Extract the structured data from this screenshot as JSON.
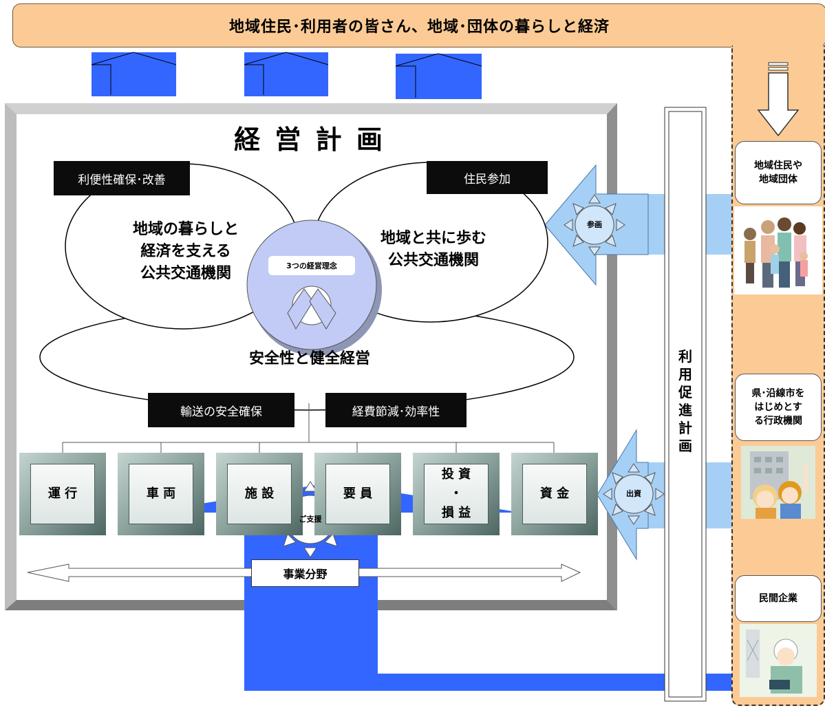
{
  "banner": {
    "title": "地域住民･利用者の皆さん、地域･団体の暮らしと経済"
  },
  "plan": {
    "title": "経 営 計 画"
  },
  "tags": {
    "convenience": "利便性確保･改善",
    "participation": "住民参加",
    "transport_safety": "輸送の安全確保",
    "cost_efficiency": "経費節減･効率性"
  },
  "ellipses": {
    "left": [
      "地域の暮らしと",
      "経済を支える",
      "公共交通機関"
    ],
    "right": [
      "地域と共に歩む",
      "公共交通機関"
    ],
    "bottom": "安全性と健全経営"
  },
  "philosophy_label": "3つの経営理念",
  "fields": [
    {
      "label": "運 行"
    },
    {
      "label": "車 両"
    },
    {
      "label": "施 設"
    },
    {
      "label": "要 員"
    },
    {
      "lines": [
        "投 資",
        "・",
        "損 益"
      ]
    },
    {
      "label": "資 金"
    }
  ],
  "business_fields": "事業分野",
  "promotion_plan": [
    "利",
    "用",
    "促",
    "進",
    "計",
    "画"
  ],
  "bursts": {
    "participation": "参画",
    "investment": "出資",
    "support": "ご支援"
  },
  "stakeholders": {
    "residents": [
      "地域住民や",
      "地域団体"
    ],
    "government": [
      "県･沿線市を",
      "はじめとす",
      "る行政機関"
    ],
    "companies": "民間企業"
  },
  "colors": {
    "banner": "#fccb95",
    "arrow_blue": "#3366ff",
    "arrow_light": "#a6cff5",
    "burst": "#d2e6fa",
    "philosophy": "#c2cbf5",
    "frame": "#a9a9a9",
    "bevel": "#8aa19c"
  }
}
